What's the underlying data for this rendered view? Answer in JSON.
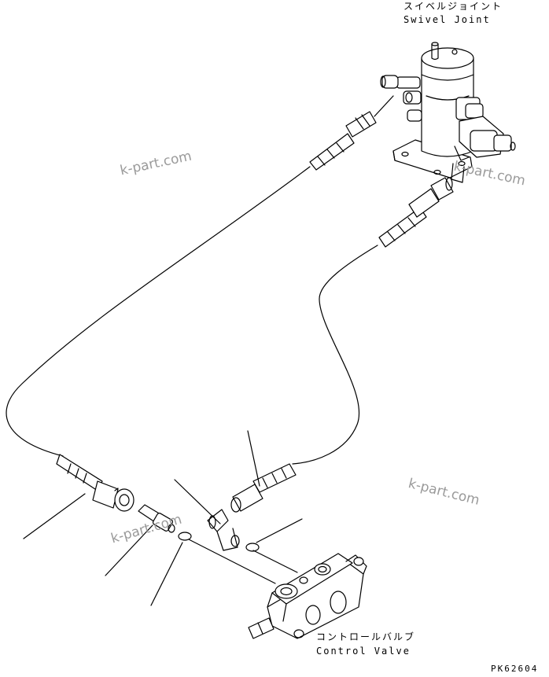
{
  "labels": {
    "swivel_joint_jp": "スイベルジョイント",
    "swivel_joint_en": "Swivel Joint",
    "control_valve_jp": "コントロールバルブ",
    "control_valve_en": "Control Valve",
    "diagram_code": "PK62604"
  },
  "watermarks": [
    "k-part.com",
    "k-part.com",
    "k-part.com",
    "k-part.com"
  ],
  "colors": {
    "line": "#000000",
    "watermark": "#9a9a9a",
    "background": "#ffffff"
  }
}
